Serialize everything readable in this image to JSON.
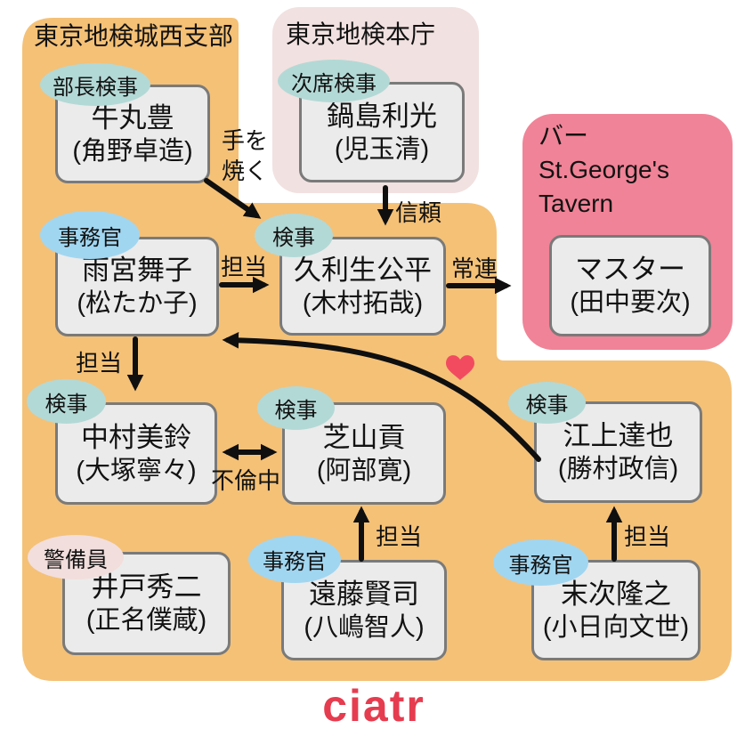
{
  "brand": {
    "logo": "ciatr",
    "color": "#E63C4F"
  },
  "groups": {
    "josai": {
      "title": "東京地検城西支部",
      "bg": "#F4C177"
    },
    "honcho": {
      "title": "東京地検本庁",
      "bg": "#F1E1E0"
    },
    "bar": {
      "title_line1": "バー",
      "title_line2": "St.George's",
      "title_line3": "Tavern",
      "bg": "#F08397"
    }
  },
  "role_colors": {
    "prosecutor_teal": "#B3D9D6",
    "clerk_blue": "#A1D6F1",
    "guard_pink": "#F2DEDC"
  },
  "people": {
    "ushimaru": {
      "role": "部長検事",
      "name": "牛丸豊",
      "actor": "(角野卓造)"
    },
    "nabeshima": {
      "role": "次席検事",
      "name": "鍋島利光",
      "actor": "(児玉清)"
    },
    "amamiya": {
      "role": "事務官",
      "name": "雨宮舞子",
      "actor": "(松たか子)"
    },
    "kuryu": {
      "role": "検事",
      "name": "久利生公平",
      "actor": "(木村拓哉)"
    },
    "master": {
      "name": "マスター",
      "actor": "(田中要次)"
    },
    "nakamura": {
      "role": "検事",
      "name": "中村美鈴",
      "actor": "(大塚寧々)"
    },
    "shibayama": {
      "role": "検事",
      "name": "芝山貢",
      "actor": "(阿部寛)"
    },
    "egami": {
      "role": "検事",
      "name": "江上達也",
      "actor": "(勝村政信)"
    },
    "ido": {
      "role": "警備員",
      "name": "井戸秀二",
      "actor": "(正名僕蔵)"
    },
    "endo": {
      "role": "事務官",
      "name": "遠藤賢司",
      "actor": "(八嶋智人)"
    },
    "suetsugu": {
      "role": "事務官",
      "name": "末次隆之",
      "actor": "(小日向文世)"
    }
  },
  "relations": {
    "tewoyaku_line1": "手を",
    "tewoyaku_line2": "焼く",
    "shinrai": "信頼",
    "tanto_amamiya_kuryu": "担当",
    "joren": "常連",
    "tanto_amamiya_nakamura": "担当",
    "furinchu": "不倫中",
    "tanto_endo_shibayama": "担当",
    "tanto_suetsugu_egami": "担当",
    "heart_color": "#F24B60"
  }
}
